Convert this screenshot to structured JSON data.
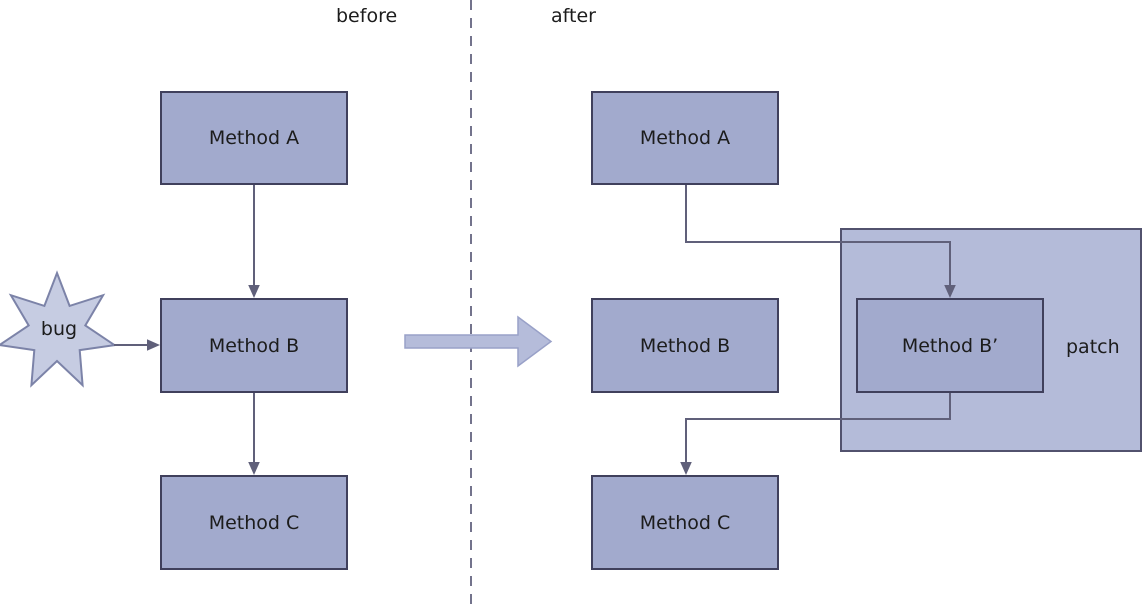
{
  "header": {
    "before_label": "before",
    "after_label": "after"
  },
  "before": {
    "nodes": {
      "method_a": "Method A",
      "method_b": "Method B",
      "method_c": "Method C"
    },
    "bug_label": "bug",
    "flow": [
      "Method A -> Method B",
      "bug -> Method B",
      "Method B -> Method C"
    ]
  },
  "after": {
    "nodes": {
      "method_a": "Method A",
      "method_b": "Method B",
      "method_b_prime": "Method B’",
      "method_c": "Method C"
    },
    "patch_label": "patch",
    "flow": [
      "Method A -> Method B’",
      "Method B’ -> Method C",
      "Method B bypassed"
    ]
  },
  "colors": {
    "node_fill": "#a2aacd",
    "node_border": "#40405c",
    "patch_fill": "#b4bbd9",
    "patch_border": "#52526e",
    "star_fill": "#c6cce2",
    "star_border": "#7c83a8",
    "connector": "#60607a",
    "divider": "#73738c",
    "big_arrow_fill": "#b5bcda",
    "big_arrow_border": "#99a1c8",
    "text": "#1c1c1c",
    "background": "#ffffff"
  }
}
